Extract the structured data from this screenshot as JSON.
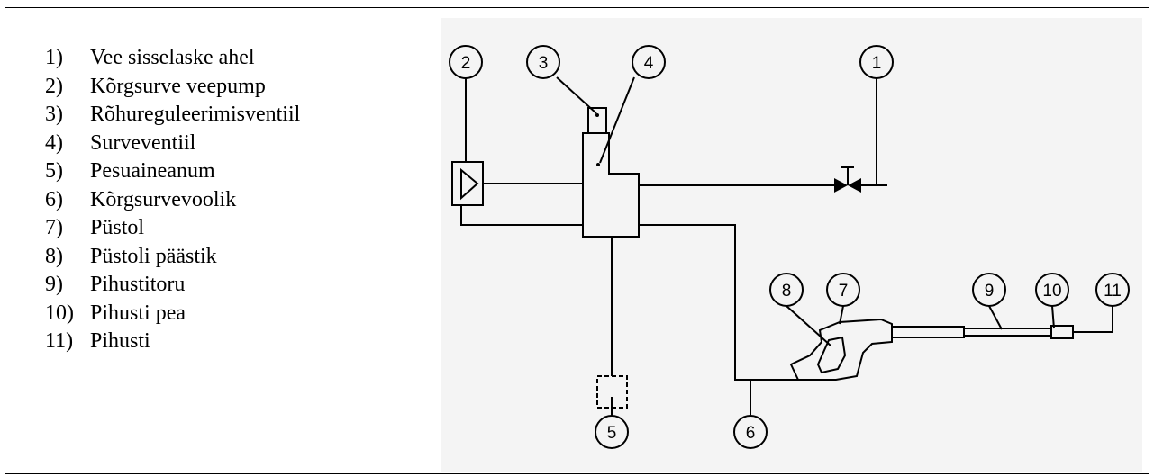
{
  "legend": [
    {
      "num": "1)",
      "label": "Vee sisselaske ahel"
    },
    {
      "num": "2)",
      "label": "Kõrgsurve veepump"
    },
    {
      "num": "3)",
      "label": "Rõhureguleerimisventiil"
    },
    {
      "num": "4)",
      "label": "Surveventiil"
    },
    {
      "num": "5)",
      "label": "Pesuaineanum"
    },
    {
      "num": "6)",
      "label": "Kõrgsurvevoolik"
    },
    {
      "num": "7)",
      "label": "Püstol"
    },
    {
      "num": "8)",
      "label": "Püstoli päästik"
    },
    {
      "num": "9)",
      "label": "Pihustitoru"
    },
    {
      "num": "10)",
      "label": "Pihusti pea"
    },
    {
      "num": "11)",
      "label": "Pihusti"
    }
  ],
  "callouts": [
    "1",
    "2",
    "3",
    "4",
    "5",
    "6",
    "7",
    "8",
    "9",
    "10",
    "11"
  ]
}
